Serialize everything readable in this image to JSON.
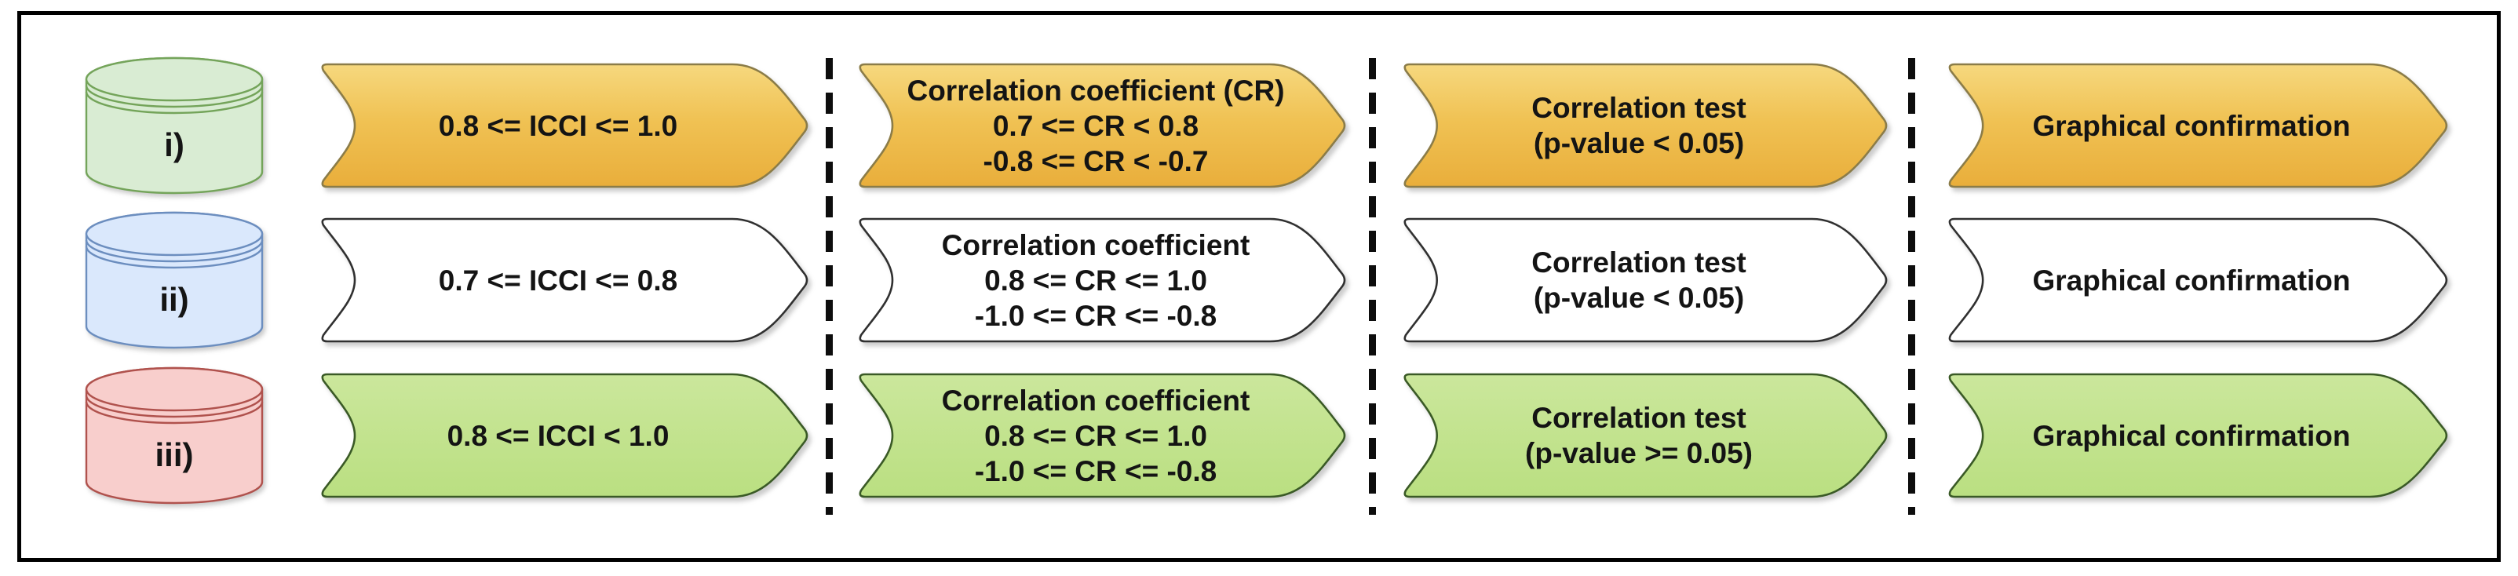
{
  "diagram": {
    "description": "Three-row data-quality decision flow: data source, ICCI range, correlation coefficient range, correlation test, graphical confirmation",
    "rows": [
      {
        "index_label": "i)",
        "database_color": "green",
        "step_color": "orange",
        "steps": [
          {
            "lines": [
              "0.8 <= ICCI <= 1.0"
            ]
          },
          {
            "lines": [
              "Correlation coefficient (CR)",
              "0.7 <= CR < 0.8",
              "-0.8 <= CR < -0.7"
            ]
          },
          {
            "lines": [
              "Correlation test",
              "(p-value < 0.05)"
            ]
          },
          {
            "lines": [
              "Graphical confirmation"
            ]
          }
        ]
      },
      {
        "index_label": "ii)",
        "database_color": "blue",
        "step_color": "white",
        "steps": [
          {
            "lines": [
              "0.7 <= ICCI <= 0.8"
            ]
          },
          {
            "lines": [
              "Correlation coefficient",
              "0.8 <= CR <= 1.0",
              "-1.0 <= CR <= -0.8"
            ]
          },
          {
            "lines": [
              "Correlation test",
              "(p-value < 0.05)"
            ]
          },
          {
            "lines": [
              "Graphical confirmation"
            ]
          }
        ]
      },
      {
        "index_label": "iii)",
        "database_color": "red",
        "step_color": "green",
        "steps": [
          {
            "lines": [
              "0.8 <= ICCI < 1.0"
            ]
          },
          {
            "lines": [
              "Correlation coefficient",
              "0.8 <= CR <= 1.0",
              "-1.0 <= CR <= -0.8"
            ]
          },
          {
            "lines": [
              "Correlation test",
              "(p-value >= 0.05)"
            ]
          },
          {
            "lines": [
              "Graphical confirmation"
            ]
          }
        ]
      }
    ],
    "palette": {
      "arrow_orange_top": "#F6D87E",
      "arrow_orange_bottom": "#E9AE3B",
      "arrow_orange_border": "#8B7C48",
      "arrow_white_fill": "#FFFFFF",
      "arrow_white_border": "#303030",
      "arrow_green_top": "#CBE79C",
      "arrow_green_bottom": "#BADF81",
      "arrow_green_border": "#3A5A26",
      "cylinder_green_fill": "#D9ECD3",
      "cylinder_green_border": "#74A45A",
      "cylinder_blue_fill": "#DAE8FC",
      "cylinder_blue_border": "#6C8EBF",
      "cylinder_red_fill": "#F8CECC",
      "cylinder_red_border": "#B0524D",
      "separator_color": "#000000",
      "frame_border_color": "#000000",
      "text_color": "#141414"
    }
  }
}
